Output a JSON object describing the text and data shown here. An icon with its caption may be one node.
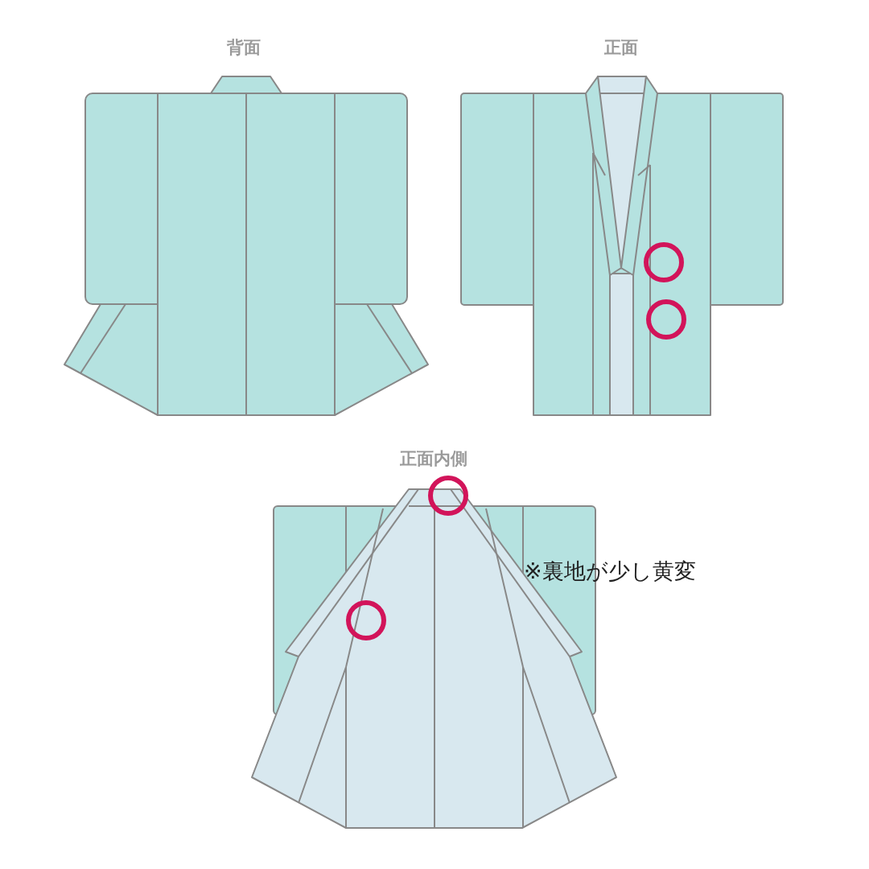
{
  "diagram": {
    "labels": [
      "背面",
      "正面",
      "正面内側",
      "※裏地が少し黄変"
    ]
  }
}
